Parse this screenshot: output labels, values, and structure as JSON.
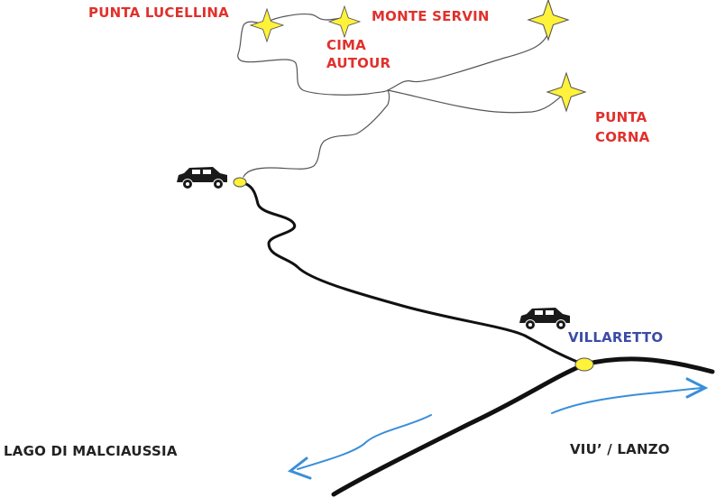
{
  "colors": {
    "peak_label": "#e0312c",
    "town_label": "#3b4ba8",
    "destination_label": "#222222",
    "trail": "#555555",
    "road": "#111111",
    "star_fill": "#fff23a",
    "parking_marker": "#fff23a",
    "arrow_blue": "#3a8fd8"
  },
  "peaks": {
    "punta_lucellina": "PUNTA LUCELLINA",
    "cima_autour_line1": "CIMA",
    "cima_autour_line2": "AUTOUR",
    "monte_servin": "MONTE SERVIN",
    "punta_corna_line1": "PUNTA",
    "punta_corna_line2": "CORNA"
  },
  "places": {
    "villaretto": "VILLARETTO",
    "lago_di_malciaussia": "LAGO DI MALCIAUSSIA",
    "viu_lanzo": "VIU’ / LANZO"
  },
  "icons": {
    "summit": "star-icon",
    "parking": "car-icon",
    "direction": "arrow-icon"
  }
}
